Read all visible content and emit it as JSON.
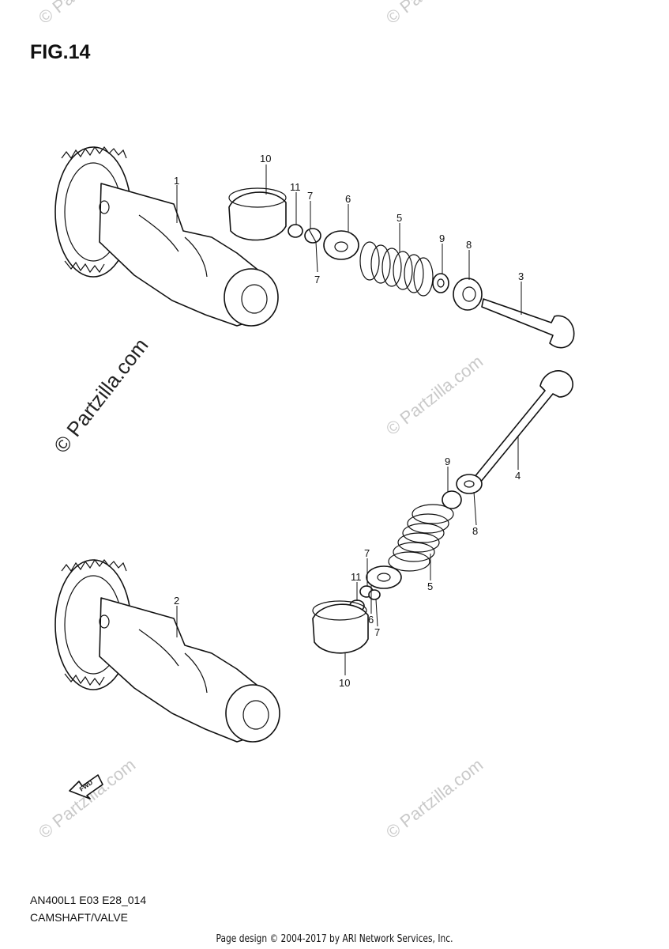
{
  "figure": {
    "title": "FIG.14"
  },
  "model_code": "AN400L1 E03 E28_014",
  "section_name": "CAMSHAFT/VALVE",
  "footer": "Page design © 2004-2017 by ARI Network Services, Inc.",
  "watermark": "© Partzilla.com",
  "fwd_label": "FWD",
  "callouts": {
    "camshaft_intake": "1",
    "camshaft_exhaust": "2",
    "valve_intake": "3",
    "valve_exhaust": "4",
    "spring_upper": "5",
    "spring_lower": "5",
    "retainer_upper": "6",
    "retainer_lower": "6",
    "cotter_upper_a": "7",
    "cotter_upper_b": "7",
    "cotter_lower_a": "7",
    "cotter_lower_b": "7",
    "seat_upper": "8",
    "seat_lower": "8",
    "oil_seal_upper": "9",
    "oil_seal_lower": "9",
    "tappet_upper": "10",
    "tappet_lower": "10",
    "shim_upper": "11",
    "shim_lower": "11"
  }
}
